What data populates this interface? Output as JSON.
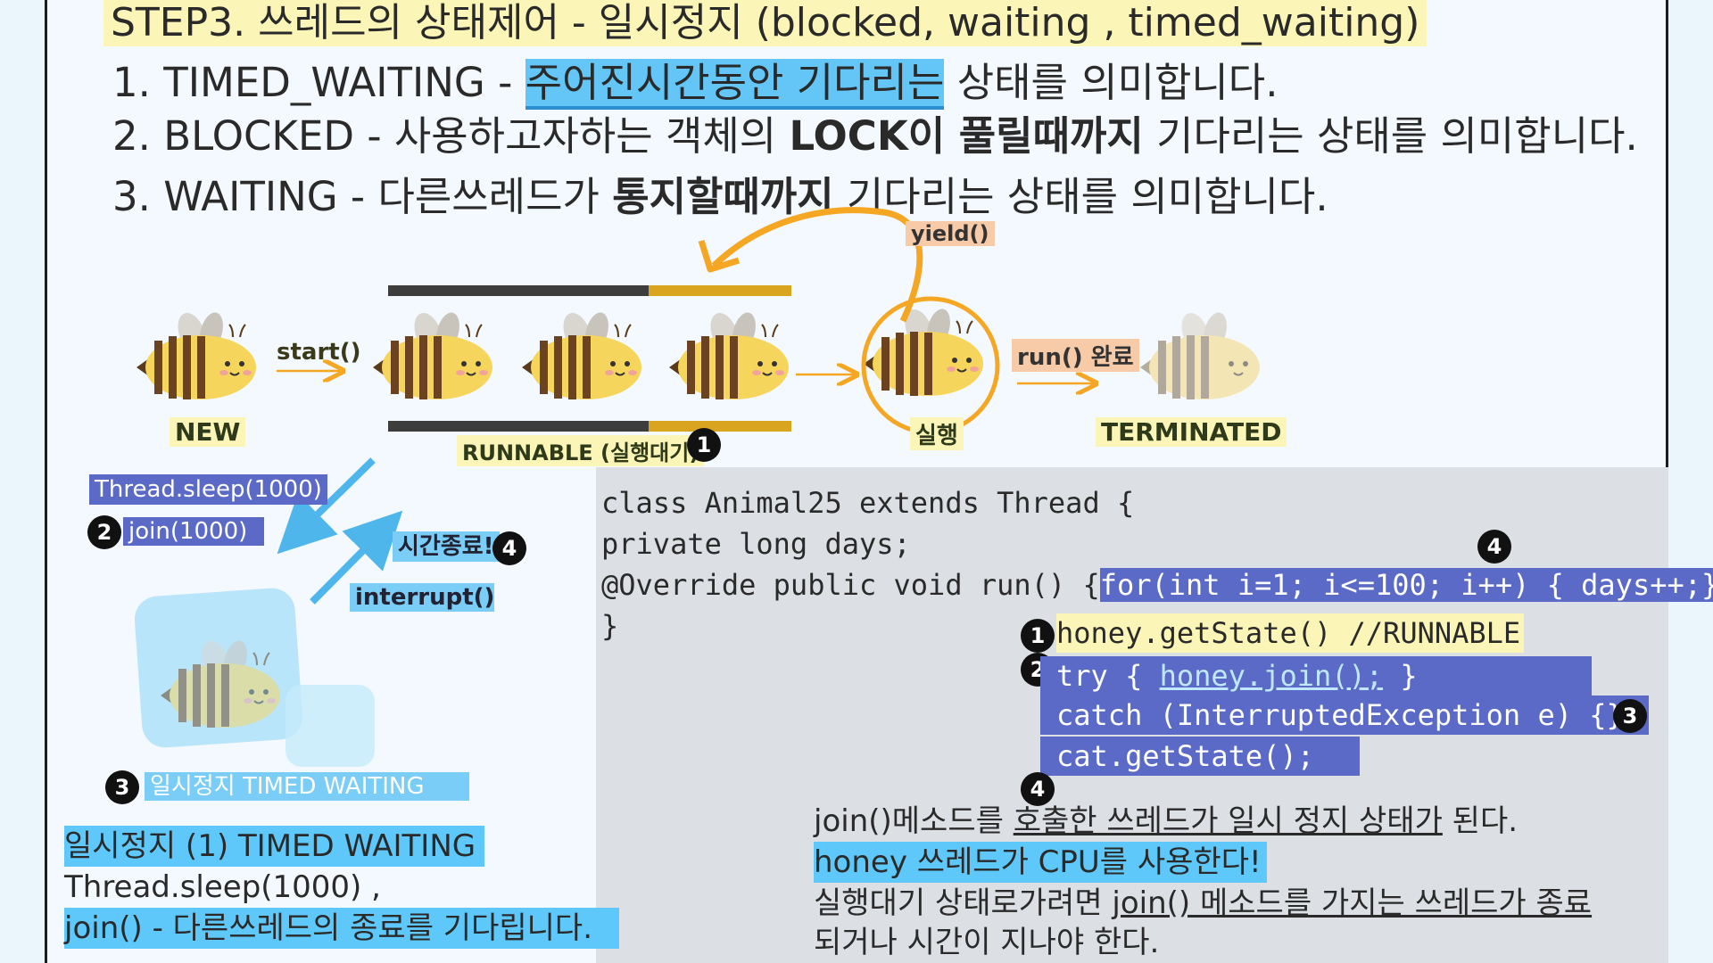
{
  "title": "STEP3. 쓰레드의 상태제어 - 일시정지 (blocked, waiting , timed_waiting)",
  "list": [
    {
      "num": "1.",
      "prefix": "TIMED_WAITING - ",
      "highlight": "주어진시간동안 기다리는",
      "suffix": " 상태를 의미합니다."
    },
    {
      "num": "2.",
      "prefix": "BLOCKED - 사용하고자하는 객체의 ",
      "bold": "LOCK이 풀릴때까지",
      "suffix": " 기다리는 상태를 의미합니다."
    },
    {
      "num": "3.",
      "prefix": "WAITING - 다른쓰레드가 ",
      "bold": "통지할때까지",
      "suffix": " 기다리는 상태를 의미합니다."
    }
  ],
  "diagram": {
    "yield": "yield()",
    "start": "start()",
    "new": "NEW",
    "runnable": "RUNNABLE (실행대기)",
    "running": "실행",
    "run_done": "run() 완료",
    "terminated": "TERMINATED",
    "sleep": "Thread.sleep(1000)",
    "join": "join(1000)",
    "timeout": "시간종료!",
    "interrupt": "interrupt()",
    "timed_waiting": "일시정지   TIMED  WAITING",
    "markers": [
      "1",
      "2",
      "3",
      "4"
    ]
  },
  "code": {
    "line1": "class Animal25 extends Thread {",
    "line2": " private long days;",
    "line3_a": " @Override  public void run() {",
    "line3_b": "for(int i=1; i<=100; i++) { days++;}",
    "line3_c": " }",
    "line4": "}",
    "c1": "honey.getState() //RUNNABLE",
    "c2_a": "try {  ",
    "c2_b": "honey.join();",
    "c2_c": " }",
    "c3": "catch (InterruptedException e) {}",
    "c4": "cat.getState();"
  },
  "notes": {
    "n1_a": "join()메소드를 ",
    "n1_b": "호출한 쓰레드가 일시 정지 상태가",
    "n1_c": " 된다.",
    "n2": "honey 쓰레드가 CPU를 사용한다!",
    "n3_a": "실행대기 상태로가려면 ",
    "n3_b": "join() 메소드를 가지는 쓰레드가 종료",
    "n4": "되거나 시간이 지나야 한다."
  },
  "bottom_left": {
    "line1": "일시정지 (1) TIMED  WAITING",
    "line2": "Thread.sleep(1000) ,",
    "line3": "join() - 다른쓰레드의 종료를 기다립니다."
  },
  "colors": {
    "highlight_yellow": "#fbf6b8",
    "highlight_blue": "#63c6f6",
    "label_purple": "#5a6ac6",
    "arrow_orange": "#f5a623",
    "arrow_blue": "#4fb6ec",
    "bee_yellow": "#f6d55c",
    "bee_stripe": "#6b4320"
  }
}
